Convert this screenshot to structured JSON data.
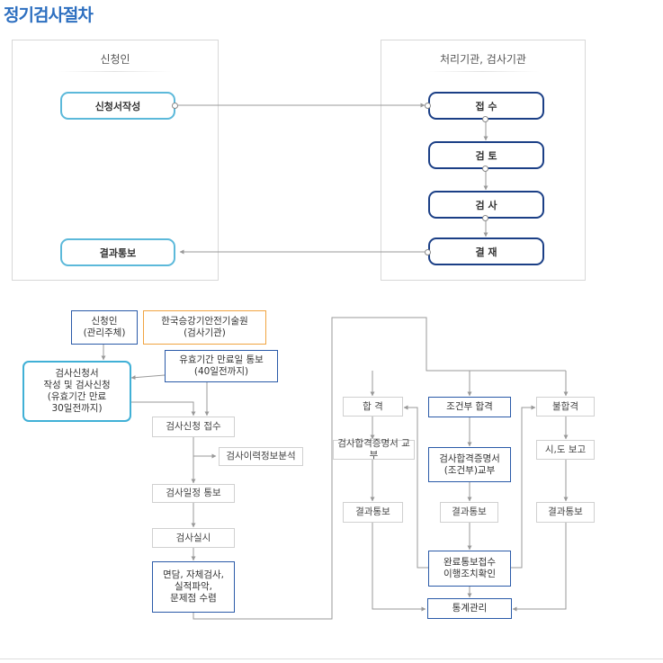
{
  "title": "정기검사절차",
  "top": {
    "applicant_header": "신청인",
    "agency_header": "처리기관, 검사기관",
    "apply": "신청서작성",
    "result": "결과통보",
    "steps": [
      "접 수",
      "검 토",
      "검 사",
      "결 재"
    ]
  },
  "flow": {
    "applicant": "신청인\n(관리주체)",
    "institute": "한국승강기안전기술원\n(검사기관)",
    "expiry_notice": "유효기간 만료일 통보\n(40일전까지)",
    "apply_box": "검사신청서\n작성 및 검사신청\n(유효기간 만료\n30일전까지)",
    "receipt": "검사신청 접수",
    "history": "검사이력정보분석",
    "schedule": "검사일정 통보",
    "inspect": "검사실시",
    "interview": "면담, 자체검사,\n실적파악,\n문제점 수렴",
    "pass": "합 격",
    "cond_pass": "조건부 합격",
    "fail": "불합격",
    "pass_cert": "검사합격증명서 교부",
    "cond_cert": "검사합격증명서\n(조건부)교부",
    "report": "시,도 보고",
    "notify1": "결과통보",
    "notify2": "결과통보",
    "notify3": "결과통보",
    "completion": "완료통보접수\n이행조치확인",
    "stats": "통계관리"
  }
}
